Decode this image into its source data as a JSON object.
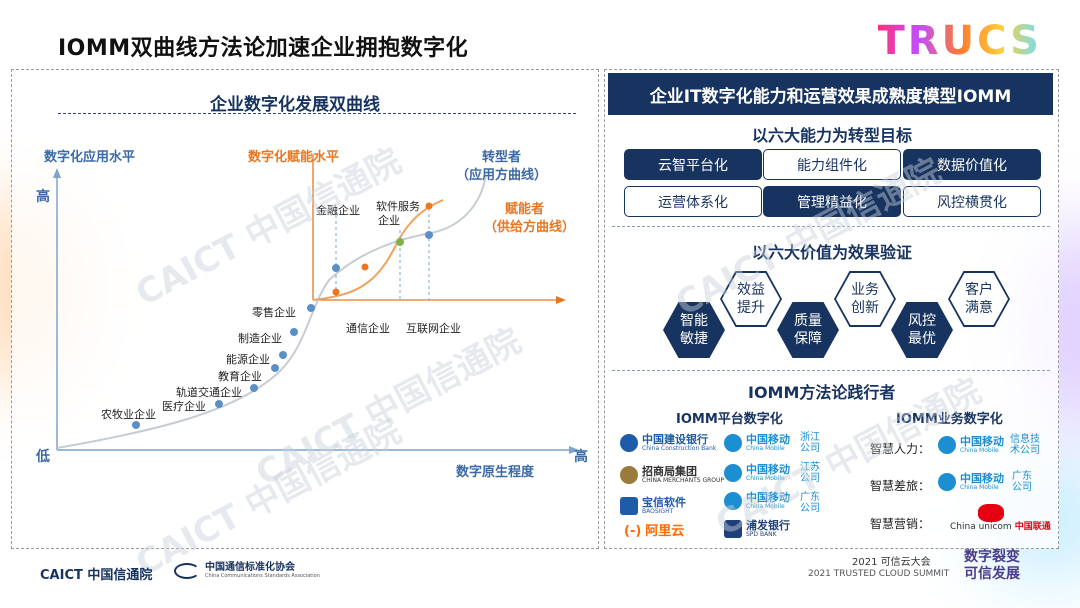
{
  "title": "IOMM双曲线方法论加速企业拥抱数字化",
  "brand": "TRUCS",
  "left": {
    "chart_title": "企业数字化发展双曲线",
    "y_axis_label": "数字化应用水平",
    "y_high": "高",
    "origin_low": "低",
    "x_axis_label": "数字原生程度",
    "x_high": "高",
    "enabling_axis_label": "数字化赋能水平",
    "transformer_label": "转型者",
    "transformer_sub": "（应用方曲线）",
    "enabler_label": "赋能者",
    "enabler_sub": "（供给方曲线）",
    "points": [
      "农牧业企业",
      "医疗企业",
      "轨道交通企业",
      "教育企业",
      "能源企业",
      "制造企业",
      "零售企业",
      "金融企业",
      "软件服务",
      "企业",
      "通信企业",
      "互联网企业"
    ]
  },
  "right": {
    "model_title": "企业IT数字化能力和运营效果成熟度模型IOMM",
    "cap_head": "以六大能力为转型目标",
    "capabilities": [
      "云智平台化",
      "能力组件化",
      "数据价值化",
      "运营体系化",
      "管理精益化",
      "风控横贯化"
    ],
    "value_head": "以六大价值为效果验证",
    "values": [
      "智能敏捷",
      "效益提升",
      "质量保障",
      "业务创新",
      "风控最优",
      "客户满意"
    ],
    "practice_head": "IOMM方法论践行者",
    "platform_head": "IOMM平台数字化",
    "business_head": "IOMM业务数字化",
    "platform_logos": [
      {
        "name": "中国建设银行",
        "en": "China Construction Bank"
      },
      {
        "name": "招商局集团",
        "en": "CHINA MERCHANTS GROUP"
      },
      {
        "name": "宝信软件",
        "en": "BAOSIGHT"
      },
      {
        "name": "阿里云",
        "en": ""
      }
    ],
    "mobile_logos": [
      {
        "name": "中国移动",
        "en": "China Mobile",
        "region": "浙江公司"
      },
      {
        "name": "中国移动",
        "en": "China Mobile",
        "region": "江苏公司"
      },
      {
        "name": "中国移动",
        "en": "China Mobile",
        "region": "广东公司"
      },
      {
        "name": "浦发银行",
        "en": "SPD BANK",
        "region": ""
      }
    ],
    "business": [
      {
        "label": "智慧人力：",
        "name": "中国移动",
        "en": "China Mobile",
        "region": "信息技术公司"
      },
      {
        "label": "智慧差旅：",
        "name": "中国移动",
        "en": "China Mobile",
        "region": "广东公司"
      },
      {
        "label": "智慧营销：",
        "name": "中国联通",
        "en": "China unicom",
        "region": ""
      }
    ]
  },
  "watermark": "CAICT 中国信通院",
  "footer": {
    "caict": "CAICT 中国信通院",
    "ccsa": "中国通信标准化协会",
    "ccsa_en": "China Communications Standards Association",
    "event_cn": "2021 可信云大会",
    "event_en": "2021 TRUSTED CLOUD SUMMIT",
    "slogan_1": "数字裂变",
    "slogan_2": "可信发展"
  },
  "colors": {
    "navy": "#17335f",
    "orange": "#e87722",
    "blue_dot": "#5b8fc8",
    "green_dot": "#7cb342",
    "mobile": "#1b8fd1",
    "ccb": "#1e5ba8",
    "alibaba": "#ff6a00",
    "unicom": "#e60012"
  }
}
